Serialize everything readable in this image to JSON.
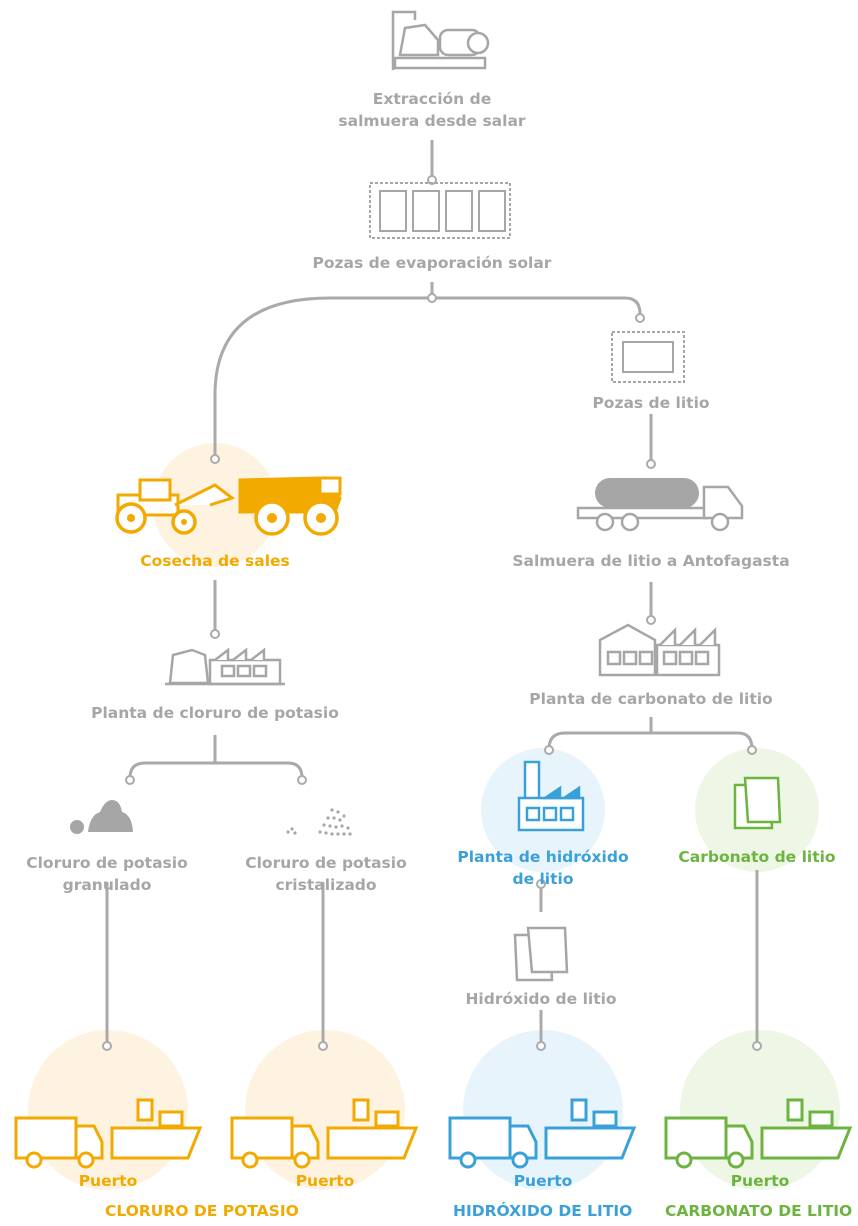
{
  "nodes": {
    "extraction_line1": "Extracción de",
    "extraction_line2": "salmuera desde salar",
    "evaporation": "Pozas de evaporación solar",
    "lithium_ponds": "Pozas de litio",
    "harvest": "Cosecha de sales",
    "brine_transport": "Salmuera de litio a Antofagasta",
    "kcl_plant": "Planta de cloruro de potasio",
    "carbonate_plant": "Planta de carbonato de litio",
    "kcl_granular_line1": "Cloruro de potasio",
    "kcl_granular_line2": "granulado",
    "kcl_crystal_line1": "Cloruro de potasio",
    "kcl_crystal_line2": "cristalizado",
    "hydroxide_plant_line1": "Planta de hidróxido",
    "hydroxide_plant_line2": "de litio",
    "carbonate": "Carbonato de litio",
    "hydroxide": "Hidróxido de litio",
    "port_1": "Puerto",
    "port_2": "Puerto",
    "port_3": "Puerto",
    "port_4": "Puerto"
  },
  "footer": {
    "potassium": "CLORURO DE POTASIO",
    "hydroxide": "HIDRÓXIDO DE LITIO",
    "carbonate": "CARBONATO DE LITIO"
  },
  "colors": {
    "grey": "#a6a6a6",
    "orange": "#f2a900",
    "blue": "#3aa0d8",
    "green": "#6cb33f",
    "orange_halo": "#fdf3e0",
    "blue_halo": "#e8f4fb",
    "green_halo": "#eef6e6"
  },
  "icons": [
    "pump-icon",
    "evaporation-ponds-icon",
    "lithium-pond-icon",
    "mining-vehicles-icon",
    "tanker-truck-icon",
    "factory-icon",
    "carbonate-factory-icon",
    "granules-icon",
    "crystals-icon",
    "hydroxide-factory-icon",
    "bags-icon",
    "truck-ship-icon"
  ]
}
